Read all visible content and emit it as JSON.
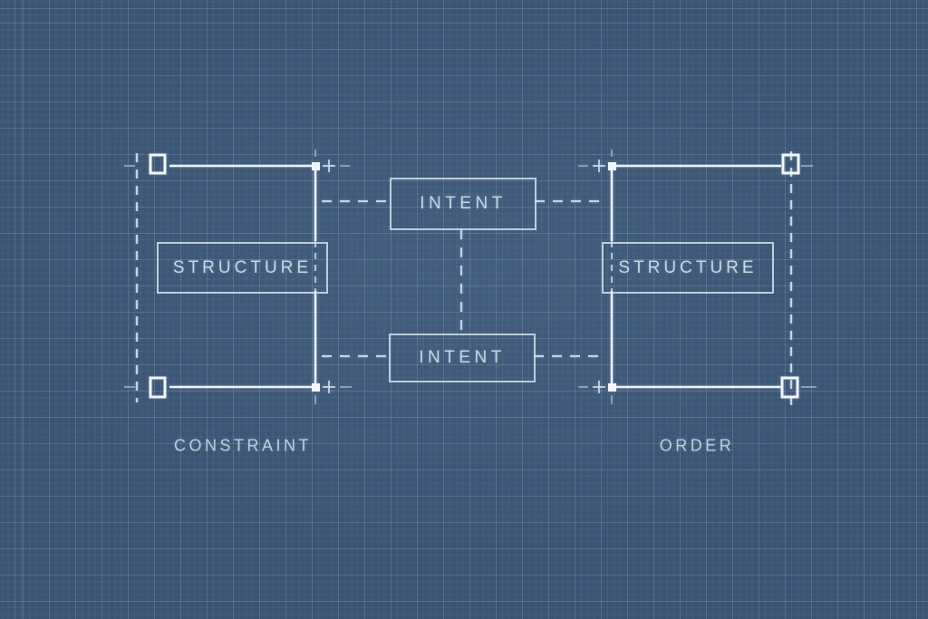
{
  "diagram": {
    "title": "",
    "left_frame": {
      "label": "STRUCTURE"
    },
    "right_frame": {
      "label": "STRUCTURE"
    },
    "top_node": {
      "label": "INTENT"
    },
    "bottom_node": {
      "label": "INTENT"
    },
    "bottom_band": {
      "left_label": "CONSTRAINT",
      "right_label": "ORDER"
    },
    "icons": [
      "corner-handle-icon",
      "anchor-dot-icon",
      "plus-mark-icon"
    ],
    "colors": {
      "background": "#3b5474",
      "grid_major": "#4e6689",
      "grid_minor": "#455d80",
      "solid_line": "#f0f5f9",
      "dashed_line": "#d9e2eb",
      "box_border": "#dee8f2",
      "text": "#ccd7e2",
      "vignette_edge": "#18293f"
    }
  }
}
